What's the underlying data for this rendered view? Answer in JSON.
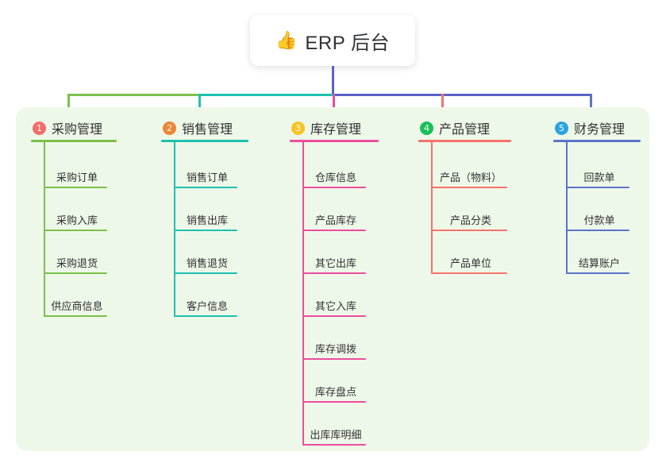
{
  "title": {
    "emoji": "👍",
    "emoji_name": "thumbs-up-icon",
    "text": "ERP 后台"
  },
  "colors": {
    "panel_bg": "#eef8e9",
    "trunk": "#5a62c8",
    "badge_1": "#f56c6c",
    "badge_2": "#f08437",
    "badge_3": "#f7c325",
    "badge_4": "#19bf57",
    "badge_5": "#2ba3e0",
    "col_1": "#7cc04a",
    "col_2": "#1ec1b0",
    "col_3": "#ec4d9e",
    "col_4": "#f4736b",
    "col_5": "#5a74c8"
  },
  "columns": [
    {
      "number": "1",
      "label": "采购管理",
      "badge_color": "#f56c6c",
      "line_color": "#7cc04a",
      "items": [
        "采购订单",
        "采购入库",
        "采购退货",
        "供应商信息"
      ]
    },
    {
      "number": "2",
      "label": "销售管理",
      "badge_color": "#f08437",
      "line_color": "#1ec1b0",
      "items": [
        "销售订单",
        "销售出库",
        "销售退货",
        "客户信息"
      ]
    },
    {
      "number": "3",
      "label": "库存管理",
      "badge_color": "#f7c325",
      "line_color": "#ec4d9e",
      "items": [
        "仓库信息",
        "产品库存",
        "其它出库",
        "其它入库",
        "库存调拨",
        "库存盘点",
        "出库库明细"
      ]
    },
    {
      "number": "4",
      "label": "产品管理",
      "badge_color": "#19bf57",
      "line_color": "#f4736b",
      "items": [
        "产品（物料）",
        "产品分类",
        "产品单位"
      ]
    },
    {
      "number": "5",
      "label": "财务管理",
      "badge_color": "#2ba3e0",
      "line_color": "#5a74c8",
      "items": [
        "回款单",
        "付款单",
        "结算账户"
      ]
    }
  ]
}
